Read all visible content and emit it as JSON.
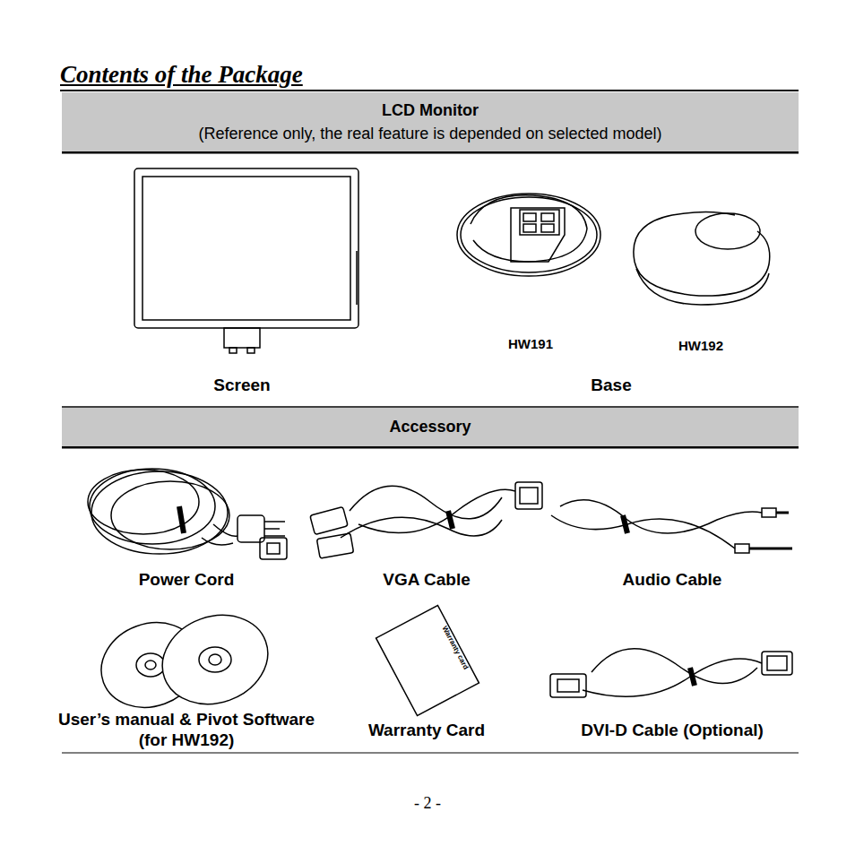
{
  "diagram": {
    "title": "Contents of the Package",
    "nodes": [
      {
        "text": [
          "LCD Monitor",
          "(Reference only, the real feature is depended on selected model)"
        ]
      },
      {
        "text": [
          "Accessory"
        ]
      }
    ],
    "labels": [
      "HW191",
      "HW192",
      "Screen",
      "Base",
      "Power Cord",
      "VGA Cable",
      "Audio Cable",
      "User’s manual & Pivot Software (for HW192)",
      "Warranty Card",
      "DVI-D Cable (Optional)",
      "Warranty card",
      "- 2 -"
    ]
  }
}
